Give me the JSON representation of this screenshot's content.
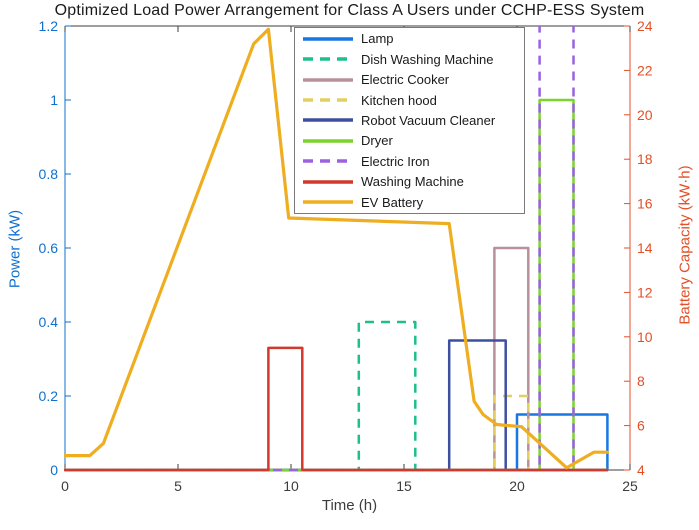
{
  "title": "Optimized Load Power Arrangement for Class A Users under CCHP-ESS System",
  "colors": {
    "left_axis": "#1070CE",
    "right_axis": "#E34F27",
    "frame": "#3C3C3C",
    "background": "#FFFFFF",
    "legend_border": "#7A7A7A"
  },
  "chart_data": {
    "type": "line",
    "grid": false,
    "legend_position": "upper-center-inside",
    "x": {
      "label": "Time (h)",
      "min": 0,
      "max": 25,
      "ticks": [
        0,
        5,
        10,
        15,
        20,
        25
      ],
      "series_domain": [
        0,
        24
      ]
    },
    "y_left": {
      "label": "Power (kW)",
      "min": 0,
      "max": 1.2,
      "ticks": [
        0,
        0.2,
        0.4,
        0.6,
        0.8,
        1,
        1.2
      ]
    },
    "y_right": {
      "label": "Battery Capacity (kW·h)",
      "min": 4,
      "max": 24,
      "ticks": [
        4,
        6,
        8,
        10,
        12,
        14,
        16,
        18,
        20,
        22,
        24
      ]
    },
    "series": [
      {
        "name": "Lamp",
        "axis": "left",
        "style": "solid",
        "color": "#1877E0",
        "kind": "pulse",
        "baseline": 0,
        "pulses": [
          {
            "start": 20,
            "end": 24,
            "value": 0.15
          }
        ]
      },
      {
        "name": "Dish Washing Machine",
        "axis": "left",
        "style": "dashed",
        "color": "#1FBE8D",
        "kind": "pulse",
        "baseline": 0,
        "pulses": [
          {
            "start": 13,
            "end": 15.5,
            "value": 0.4
          }
        ]
      },
      {
        "name": "Electric Cooker",
        "axis": "left",
        "style": "solid",
        "color": "#B8909A",
        "kind": "pulse",
        "baseline": 0,
        "pulses": [
          {
            "start": 19,
            "end": 20.5,
            "value": 0.6
          }
        ]
      },
      {
        "name": "Kitchen hood",
        "axis": "left",
        "style": "dashed",
        "color": "#E4CF5E",
        "kind": "pulse",
        "baseline": 0,
        "pulses": [
          {
            "start": 19,
            "end": 20.5,
            "value": 0.2
          }
        ]
      },
      {
        "name": "Robot Vacuum Cleaner",
        "axis": "left",
        "style": "solid",
        "color": "#3D4FA1",
        "kind": "pulse",
        "baseline": 0,
        "pulses": [
          {
            "start": 17,
            "end": 19.5,
            "value": 0.35
          }
        ]
      },
      {
        "name": "Dryer",
        "axis": "left",
        "style": "solid",
        "color": "#7CD32F",
        "kind": "pulse",
        "baseline": 0,
        "pulses": [
          {
            "start": 21,
            "end": 22.5,
            "value": 1.0
          }
        ]
      },
      {
        "name": "Electric Iron",
        "axis": "left",
        "style": "dashed",
        "color": "#9A62E3",
        "kind": "pulse",
        "baseline": 0,
        "clipped_at_axis_top": true,
        "pulses": [
          {
            "start": 21,
            "end": 22.5,
            "value": 1.3
          }
        ]
      },
      {
        "name": "Washing Machine",
        "axis": "left",
        "style": "solid",
        "color": "#D2382B",
        "kind": "pulse",
        "baseline": 0,
        "pulses": [
          {
            "start": 9,
            "end": 10.5,
            "value": 0.33
          }
        ]
      },
      {
        "name": "EV Battery",
        "axis": "right",
        "style": "solid",
        "color": "#EFAD20",
        "width": 3.2,
        "kind": "line",
        "points": [
          [
            0,
            4.65
          ],
          [
            1.1,
            4.65
          ],
          [
            1.7,
            5.2
          ],
          [
            8.35,
            23.2
          ],
          [
            9,
            23.85
          ],
          [
            9.9,
            15.35
          ],
          [
            17,
            15.1
          ],
          [
            18.1,
            7.1
          ],
          [
            18.5,
            6.5
          ],
          [
            19.1,
            6.05
          ],
          [
            20.2,
            5.95
          ],
          [
            22.2,
            4.1
          ],
          [
            23.4,
            4.8
          ],
          [
            24,
            4.8
          ]
        ]
      }
    ]
  }
}
